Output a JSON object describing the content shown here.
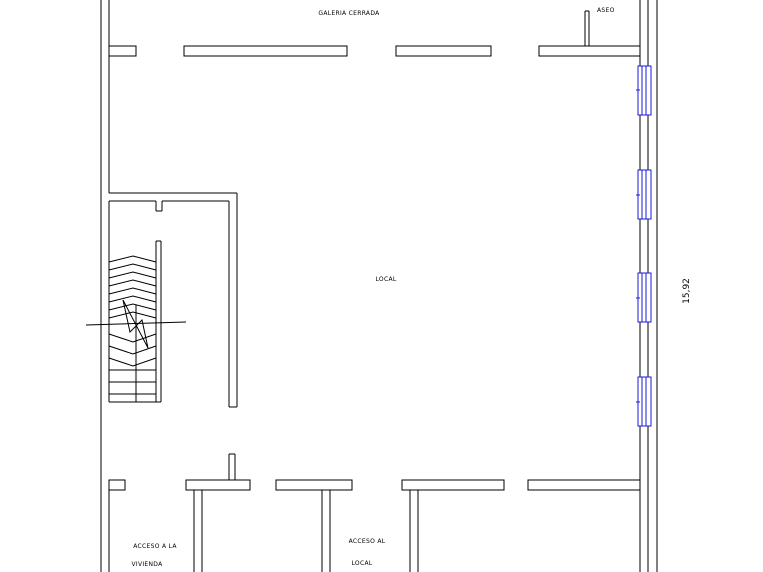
{
  "labels": {
    "galeria": "GALERIA CERRADA",
    "aseo": "ASEO",
    "local_main": "LOCAL",
    "acceso_vivienda_line1": "ACCESO A LA",
    "acceso_vivienda_line2": "VIVIENDA",
    "acceso_local_line1": "ACCESO AL",
    "acceso_local_line2": "LOCAL"
  },
  "dimension": "15,92",
  "colors": {
    "walls": "#000000",
    "windows": "#1a1adb",
    "background": "#ffffff"
  }
}
